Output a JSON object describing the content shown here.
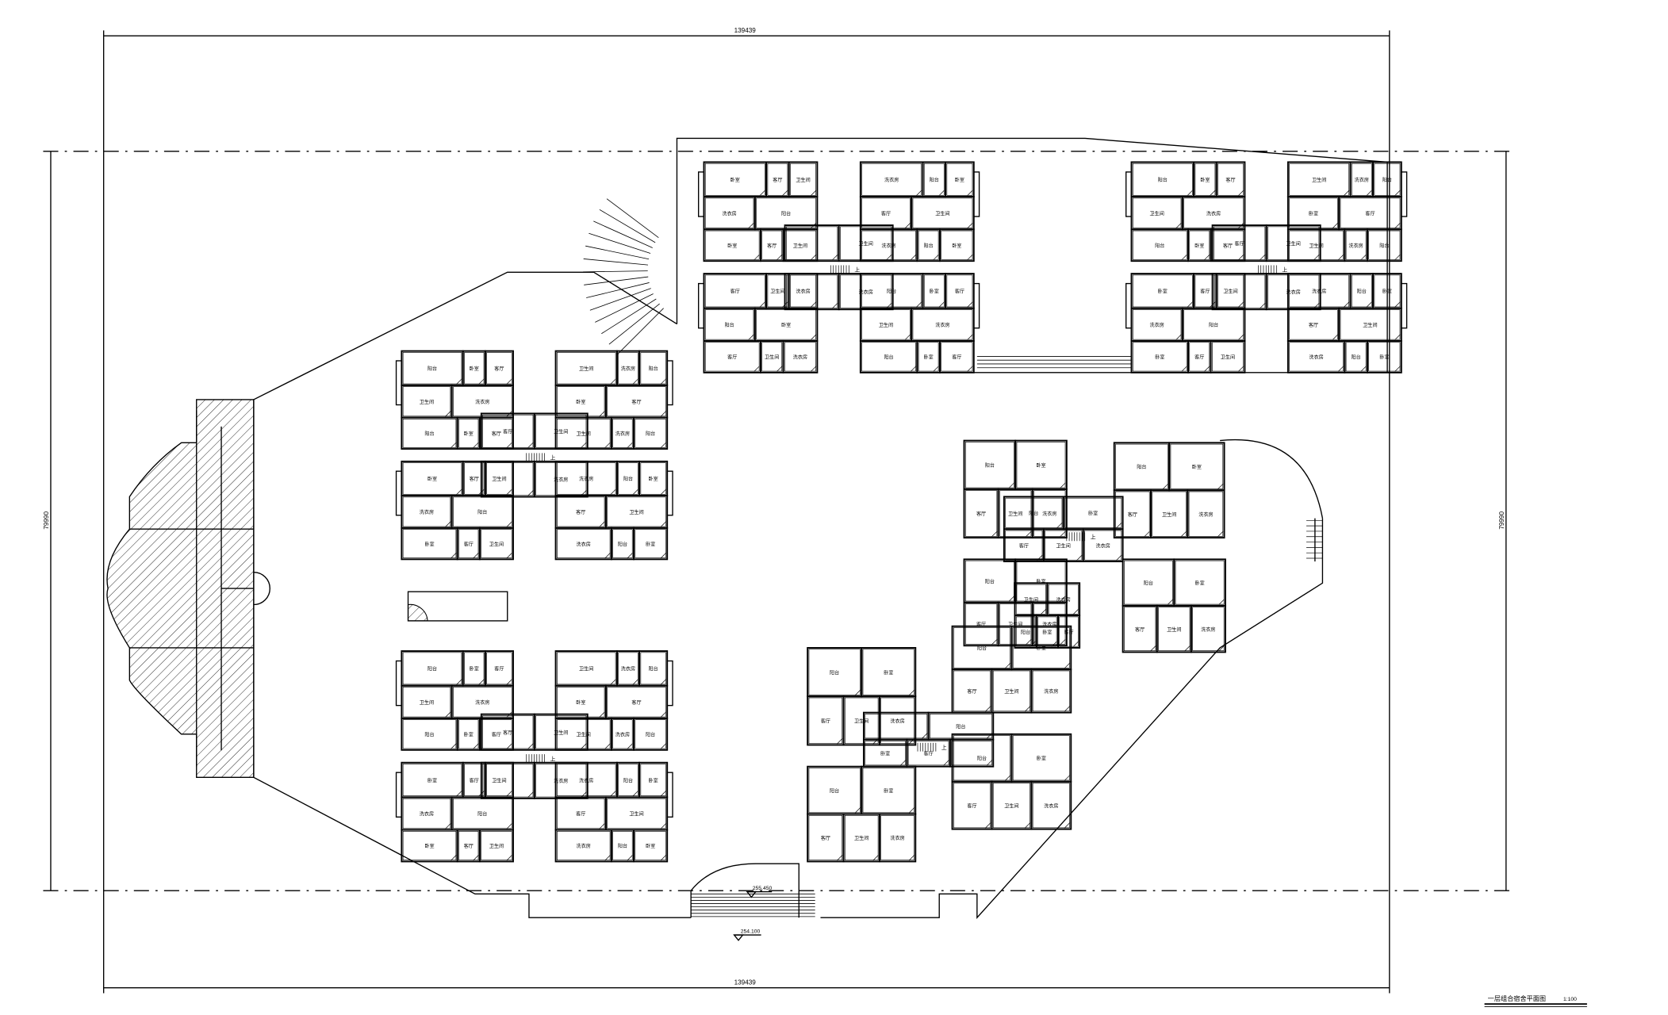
{
  "drawing": {
    "title": "一层组合宿舍平面图",
    "scale": "1:100",
    "dimensions": {
      "top_width": "139439",
      "bottom_width": "139439",
      "left_height": "79990",
      "right_height": "79990"
    },
    "elevations": [
      "255.450",
      "254.100"
    ],
    "stair_up_label": "上",
    "room_labels": [
      "卧室",
      "客厅",
      "卫生间",
      "洗衣房",
      "阳台"
    ],
    "line_color": "#000000",
    "background": "#ffffff"
  }
}
